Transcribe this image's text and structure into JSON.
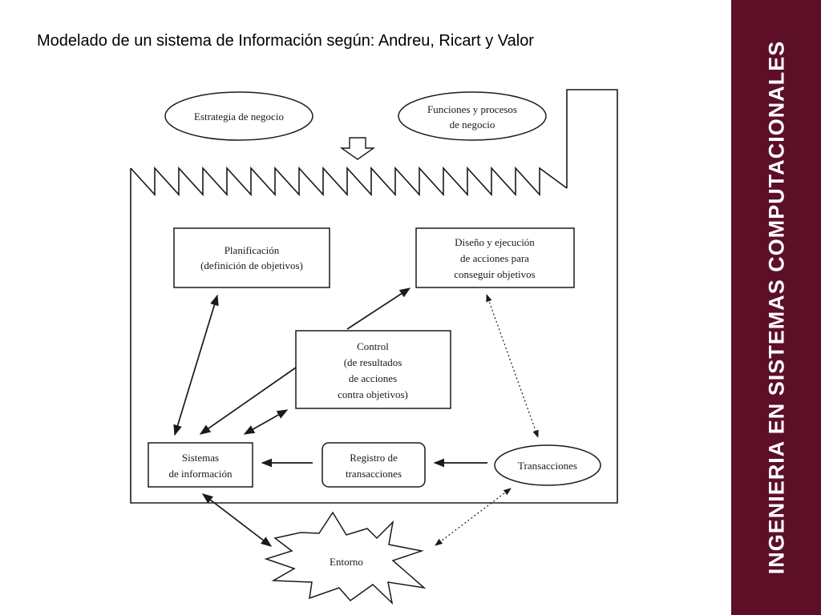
{
  "slide_title": "Modelado de un sistema de Información según: Andreu, Ricart y Valor",
  "sidebar_text": "INGENIERIA EN SISTEMAS COMPUTACIONALES",
  "colors": {
    "sidebar": "#5c0f27",
    "diagram_ink": "#1a1a1a"
  },
  "diagram": {
    "nodes": {
      "estrategia": {
        "lines": [
          "Estrategia de negocio"
        ]
      },
      "funciones": {
        "lines": [
          "Funciones y procesos",
          "de negocio"
        ]
      },
      "planificacion": {
        "lines": [
          "Planificación",
          "(definición de objetivos)"
        ]
      },
      "diseno": {
        "lines": [
          "Diseño y ejecución",
          "de acciones para",
          "conseguir objetivos"
        ]
      },
      "control": {
        "lines": [
          "Control",
          "(de resultados",
          "de acciones",
          "contra objetivos)"
        ]
      },
      "sistemas": {
        "lines": [
          "Sistemas",
          "de información"
        ]
      },
      "registro": {
        "lines": [
          "Registro de",
          "transacciones"
        ]
      },
      "transacciones": {
        "lines": [
          "Transacciones"
        ]
      },
      "entorno": {
        "lines": [
          "Entorno"
        ]
      }
    },
    "edges": [
      {
        "from": "planificacion",
        "to": "sistemas",
        "style": "solid",
        "direction": "both"
      },
      {
        "from": "control",
        "to": "diseno",
        "style": "solid",
        "direction": "to"
      },
      {
        "from": "control",
        "to": "sistemas",
        "style": "solid",
        "direction": "to"
      },
      {
        "from": "control",
        "to": "sistemas",
        "style": "solid",
        "direction": "both"
      },
      {
        "from": "diseno",
        "to": "transacciones",
        "style": "dotted",
        "direction": "both"
      },
      {
        "from": "transacciones",
        "to": "registro",
        "style": "solid",
        "direction": "to"
      },
      {
        "from": "registro",
        "to": "sistemas",
        "style": "solid",
        "direction": "to"
      },
      {
        "from": "sistemas",
        "to": "entorno",
        "style": "solid",
        "direction": "both"
      },
      {
        "from": "transacciones",
        "to": "entorno",
        "style": "dotted",
        "direction": "both"
      },
      {
        "from": "estrategia",
        "to": "planificacion",
        "style": "hollow-arrow",
        "direction": "to"
      }
    ]
  }
}
